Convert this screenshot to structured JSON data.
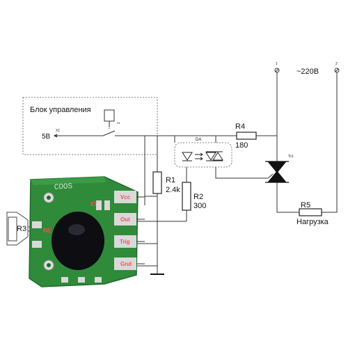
{
  "control_block": {
    "title": "Блок управления",
    "input_label": "5В",
    "input_ref": "X1",
    "relay_ref": "S1"
  },
  "optocoupler": {
    "ref": "DA"
  },
  "resistors": {
    "r1": {
      "ref": "R1",
      "value": "2.4k"
    },
    "r2": {
      "ref": "R2",
      "value": "300"
    },
    "r3": {
      "ref": "R3"
    },
    "r4": {
      "ref": "R4",
      "value": "180"
    },
    "r5": {
      "ref": "R5",
      "value": "Нагрузка"
    }
  },
  "triac": {
    "ref": "Tc1"
  },
  "mains": {
    "label": "~220В",
    "terminal_1": "1",
    "terminal_2": "2"
  },
  "module": {
    "silkscreen": "COOS",
    "pins": [
      "Vcc",
      "Out",
      "Trig",
      "Gnd"
    ],
    "small_marks": [
      "07",
      "RE"
    ]
  },
  "colors": {
    "pcb_green": "#2f8a3a",
    "pcb_dark": "#1f6b2a",
    "pad_silver": "#d9d9d9",
    "pin_text": "#ff4d4d",
    "chip_black": "#0d0d12"
  },
  "icons": {
    "relay": "relay-contact-icon",
    "led": "led-icon",
    "triac": "triac-icon",
    "ground": "ground-icon",
    "speaker": "speaker-icon"
  }
}
